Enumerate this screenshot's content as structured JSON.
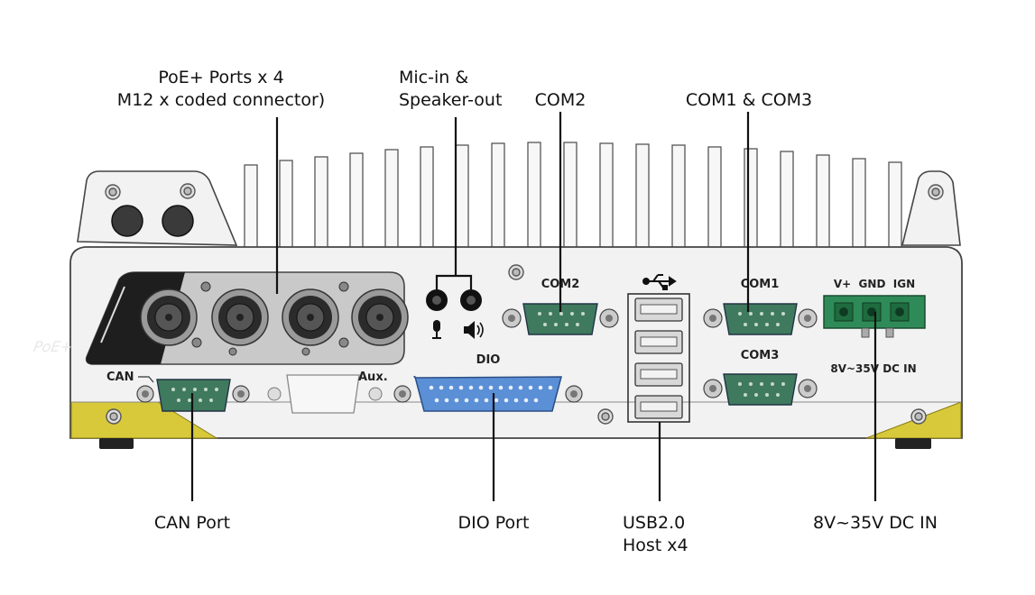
{
  "callouts": {
    "poe_line1": "PoE+ Ports x 4",
    "poe_line2": "M12 x coded connector)",
    "mic_line1": "Mic-in &",
    "mic_line2": "Speaker-out",
    "com2": "COM2",
    "com1_com3": "COM1 & COM3",
    "can_port": "CAN Port",
    "dio_port": "DIO Port",
    "usb_line1": "USB2.0",
    "usb_line2": "Host x4",
    "dc_in": "8V~35V DC IN"
  },
  "panel_labels": {
    "poe_logo": "PoE+",
    "can": "CAN",
    "aux": "Aux.",
    "dio": "DIO",
    "com2": "COM2",
    "com1": "COM1",
    "com3": "COM3",
    "power_pins": "V+  GND  IGN",
    "dc_range": "8V~35V DC IN"
  },
  "icons": [
    "microphone-icon",
    "speaker-icon",
    "usb-icon"
  ],
  "colors": {
    "chassis": "#f2f2f2",
    "outline": "#4a4a4a",
    "heatsink": "#f7f7f7",
    "yellow_trim": "#d8c93a",
    "poe_plate": "#c9c9c9",
    "db9_green": "#3f7a5e",
    "dio_blue": "#5b8fd6",
    "terminal_green": "#2e8b57"
  }
}
